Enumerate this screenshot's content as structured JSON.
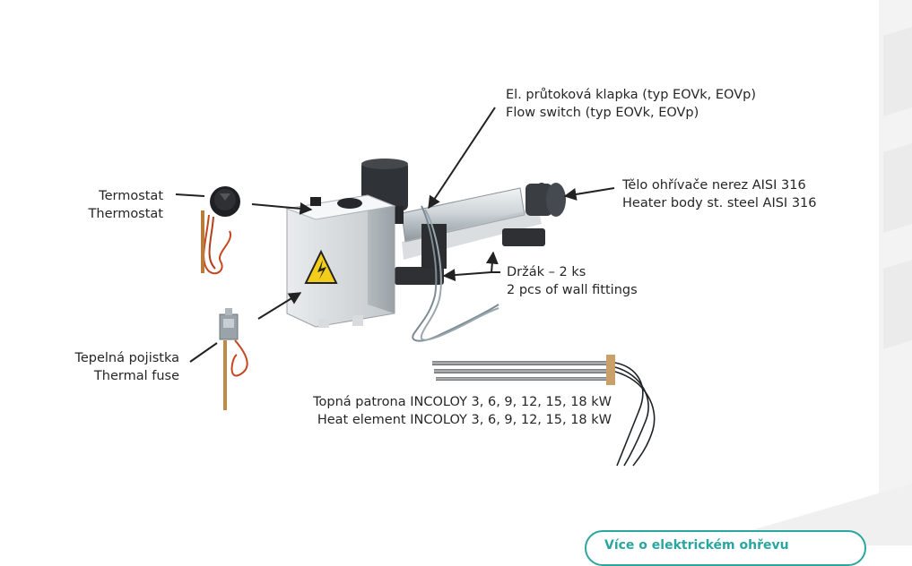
{
  "labels": {
    "thermostat": {
      "cz": "Termostat",
      "en": "Thermostat"
    },
    "thermal_fuse": {
      "cz": "Tepelná pojistka",
      "en": "Thermal fuse"
    },
    "flow_switch": {
      "cz": "El. průtoková klapka (typ EOVk, EOVp)",
      "en": "Flow switch (typ EOVk, EOVp)"
    },
    "heater_body": {
      "cz": "Tělo ohřívače nerez AISI 316",
      "en": "Heater body st. steel AISI 316"
    },
    "holder": {
      "cz": "Držák – 2 ks",
      "en": "2 pcs of wall fittings"
    },
    "heat_element": {
      "cz": "Topná patrona INCOLOY 3, 6, 9, 12, 15, 18 kW",
      "en": "Heat element INCOLOY 3, 6, 9, 12, 15, 18 kW"
    }
  },
  "bottom_button": {
    "label": "Více o elektrickém ohřevu"
  },
  "colors": {
    "accent": "#2aa6a0",
    "text": "#262626",
    "arrow": "#222222",
    "steel": "#c9cfd3",
    "dark_plastic": "#2b2d30"
  }
}
